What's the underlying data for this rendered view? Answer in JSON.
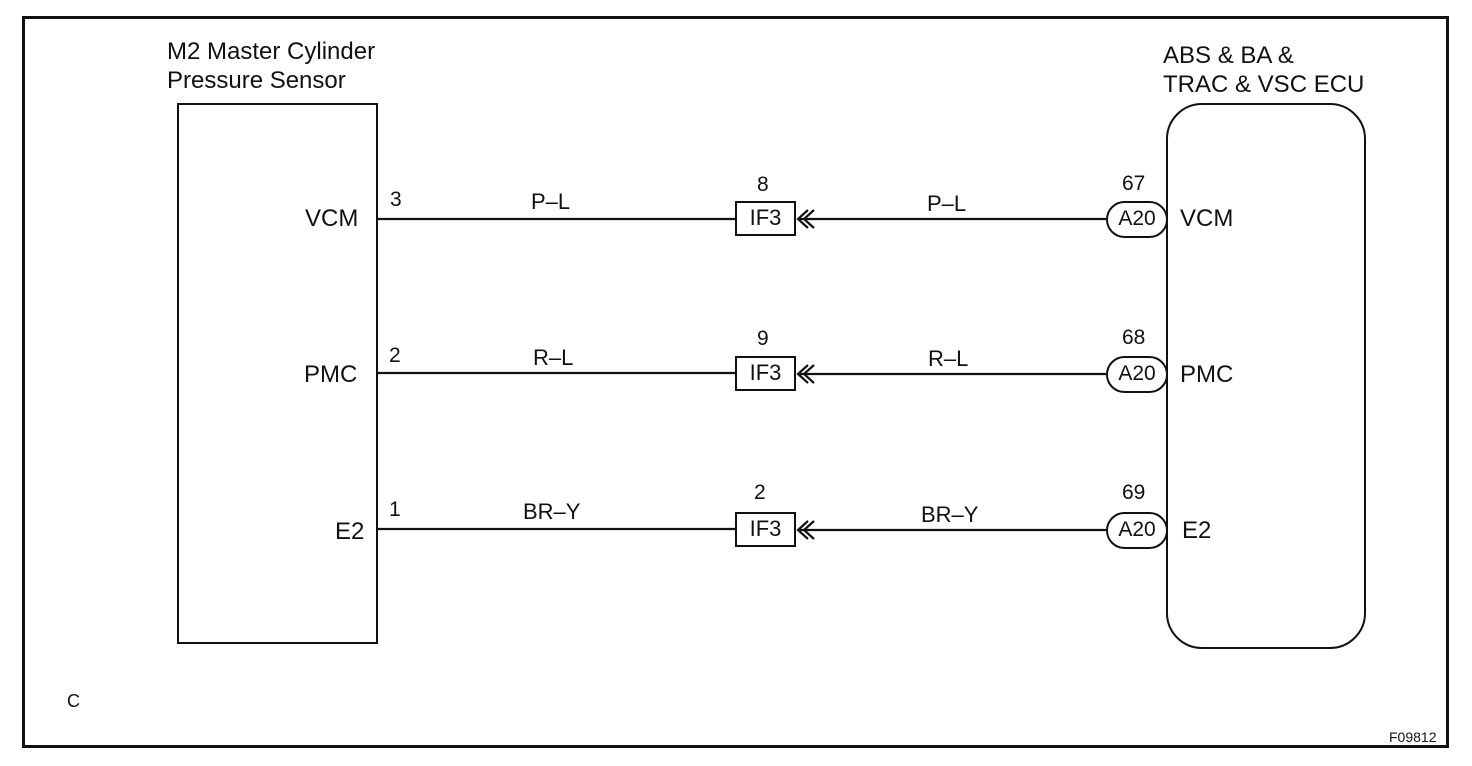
{
  "sensor": {
    "title": "M2 Master Cylinder\nPressure Sensor",
    "pins": [
      {
        "name": "VCM",
        "number": "3"
      },
      {
        "name": "PMC",
        "number": "2"
      },
      {
        "name": "E2",
        "number": "1"
      }
    ]
  },
  "ecu": {
    "title": "ABS & BA &\nTRAC & VSC ECU",
    "pins": [
      {
        "name": "VCM",
        "connector": "A20",
        "number": "67"
      },
      {
        "name": "PMC",
        "connector": "A20",
        "number": "68"
      },
      {
        "name": "E2",
        "connector": "A20",
        "number": "69"
      }
    ]
  },
  "wires": [
    {
      "left_color": "P–L",
      "right_color": "P–L",
      "junction": "IF3",
      "junction_pin": "8"
    },
    {
      "left_color": "R–L",
      "right_color": "R–L",
      "junction": "IF3",
      "junction_pin": "9"
    },
    {
      "left_color": "BR–Y",
      "right_color": "BR–Y",
      "junction": "IF3",
      "junction_pin": "2"
    }
  ],
  "footer": {
    "corner_label": "C",
    "figure_code": "F09812"
  }
}
